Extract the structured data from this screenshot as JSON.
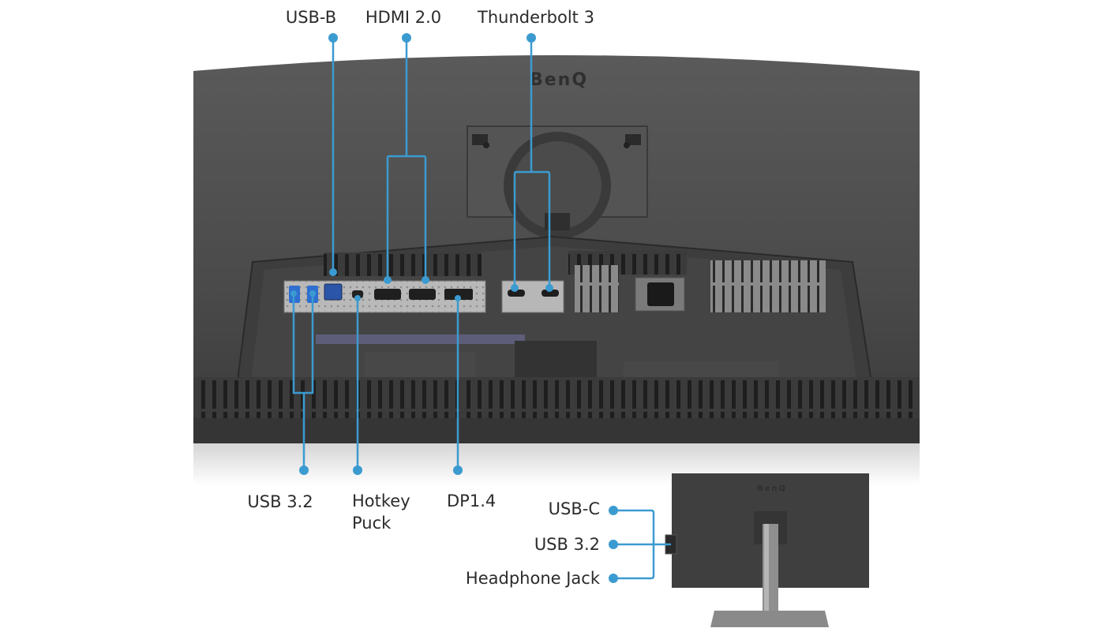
{
  "brand": "BenQ",
  "accent_color": "#3b9bd0",
  "labels": {
    "usb_b": "USB-B",
    "hdmi": "HDMI 2.0",
    "thunderbolt": "Thunderbolt 3",
    "usb32_main": "USB 3.2",
    "hotkey_line1": "Hotkey",
    "hotkey_line2": "Puck",
    "dp": "DP1.4",
    "side_usbc": "USB-C",
    "side_usb32": "USB 3.2",
    "side_headphone": "Headphone Jack"
  }
}
